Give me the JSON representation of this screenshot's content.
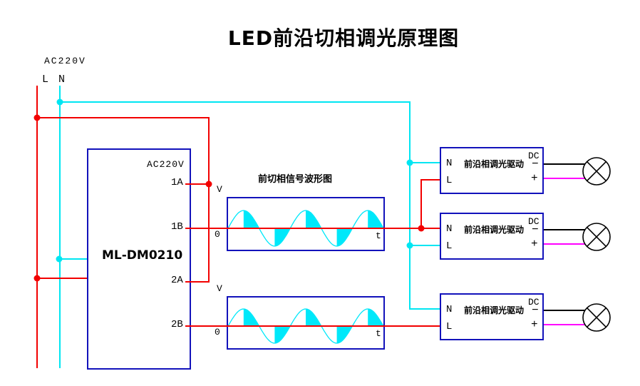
{
  "title": "LED前沿切相调光原理图",
  "power_source": {
    "label": "AC220V",
    "line": "L",
    "neutral": "N"
  },
  "dimmer": {
    "input_label": "AC220V",
    "model": "ML-DM0210",
    "terminals": [
      "1A",
      "1B",
      "2A",
      "2B"
    ]
  },
  "waveform": {
    "title": "前切相信号波形图",
    "y_axis_label": "V",
    "origin_label": "0",
    "x_axis_label": "t",
    "cycles": 2.5,
    "humps": 5,
    "description": "leading-edge phase-cut sine wave, conduction after 90 degrees of each half cycle",
    "fill_color": "#00f0ff"
  },
  "drivers": [
    {
      "neutral_terminal": "N",
      "live_terminal": "L",
      "label": "前沿相调光驱动",
      "dc_label": "DC",
      "negative": "−",
      "positive": "+"
    },
    {
      "neutral_terminal": "N",
      "live_terminal": "L",
      "label": "前沿相调光驱动",
      "dc_label": "DC",
      "negative": "−",
      "positive": "+"
    },
    {
      "neutral_terminal": "N",
      "live_terminal": "L",
      "label": "前沿相调光驱动",
      "dc_label": "DC",
      "negative": "−",
      "positive": "+"
    }
  ],
  "lamp_icon": "lamp-icon",
  "colors": {
    "live_wire": "#f20000",
    "neutral_wire": "#00e6f2",
    "waveform_fill": "#00e8fa",
    "box_border": "#1212bb",
    "dc_negative_wire": "#000000",
    "dc_positive_wire": "#ff00ff",
    "text": "#000000",
    "background": "#ffffff"
  }
}
